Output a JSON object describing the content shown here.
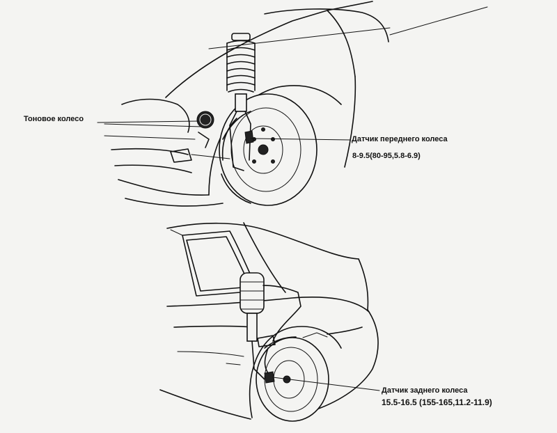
{
  "labels": {
    "tone_wheel": "Тоновое колесо",
    "front_sensor": "Датчик переднего колеса",
    "front_torque": "8-9.5(80-95,5.8-6.9)",
    "rear_sensor": "Датчик заднего колеса",
    "rear_torque": "15.5-16.5 (155-165,11.2-11.9)"
  }
}
